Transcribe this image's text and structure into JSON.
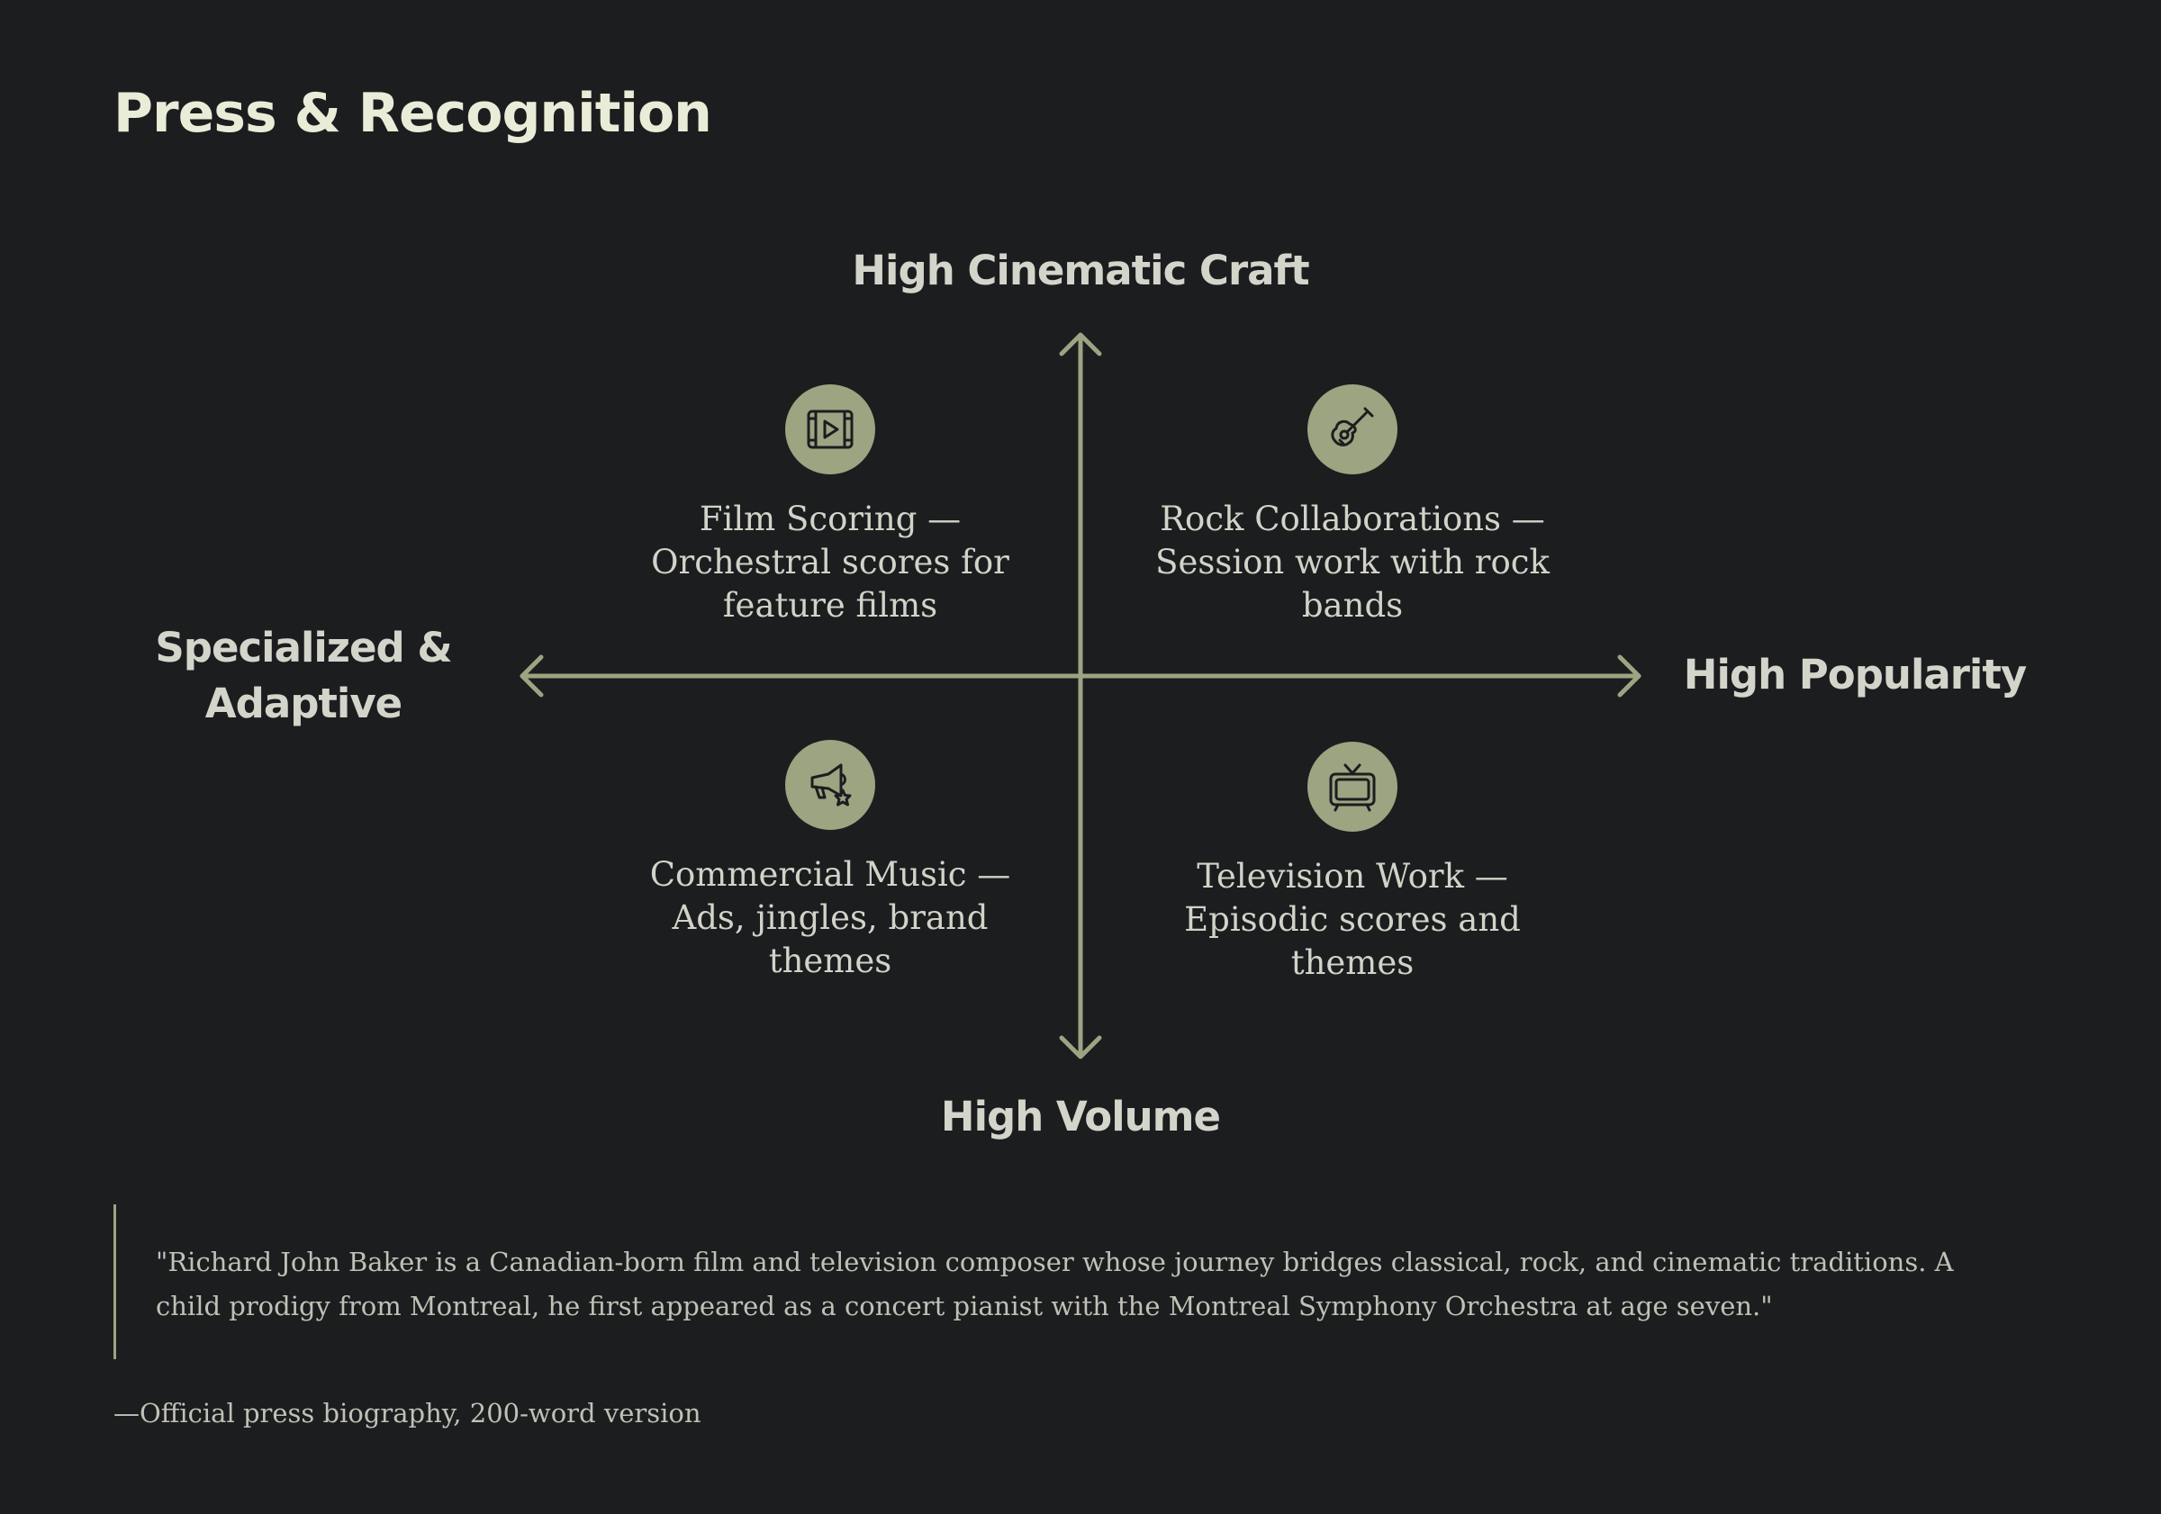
{
  "page": {
    "title": "Press & Recognition"
  },
  "axes": {
    "top": "High Cinematic Craft",
    "bottom": "High Volume",
    "left": "Specialized & Adaptive",
    "right": "High Popularity"
  },
  "quadrants": [
    {
      "position": "top-left",
      "icon": "film-play-icon",
      "text": "Film Scoring — Orchestral scores for feature films"
    },
    {
      "position": "top-right",
      "icon": "guitar-icon",
      "text": "Rock Collaborations — Session work with rock bands"
    },
    {
      "position": "bottom-left",
      "icon": "megaphone-star-icon",
      "text": "Commercial Music — Ads, jingles, brand themes"
    },
    {
      "position": "bottom-right",
      "icon": "television-icon",
      "text": "Television Work — Episodic scores and themes"
    }
  ],
  "quote": {
    "text": "\"Richard John Baker is a Canadian-born film and television composer whose journey bridges classical, rock, and cinematic traditions. A child prodigy from Montreal, he first appeared as a concert pianist with the Montreal Symphony Orchestra at age seven.\"",
    "attribution": "—Official press biography, 200-word version"
  },
  "colors": {
    "background": "#1c1d1f",
    "accent": "#9ca482",
    "title": "#e9ecd7",
    "text": "#d1d3c8"
  }
}
